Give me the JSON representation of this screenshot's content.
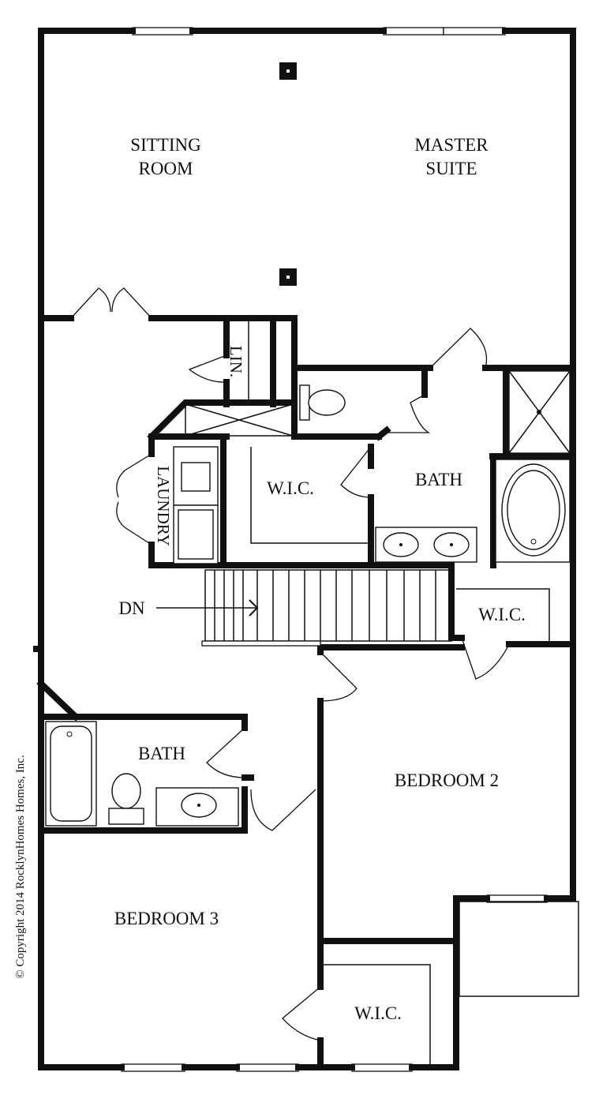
{
  "rooms": {
    "sitting_room": [
      "SITTING",
      "ROOM"
    ],
    "master_suite": [
      "MASTER",
      "SUITE"
    ],
    "lin": "LIN.",
    "laundry": "LAUNDRY",
    "wic_master": "W.I.C.",
    "bath_master": "BATH",
    "dn": "DN",
    "wic_bedroom2": "W.I.C.",
    "bath_hall": "BATH",
    "bedroom2": "BEDROOM 2",
    "bedroom3": "BEDROOM 3",
    "wic_bedroom3": "W.I.C."
  },
  "copyright": "© Copyright 2014 RocklynHomes Homes, Inc."
}
